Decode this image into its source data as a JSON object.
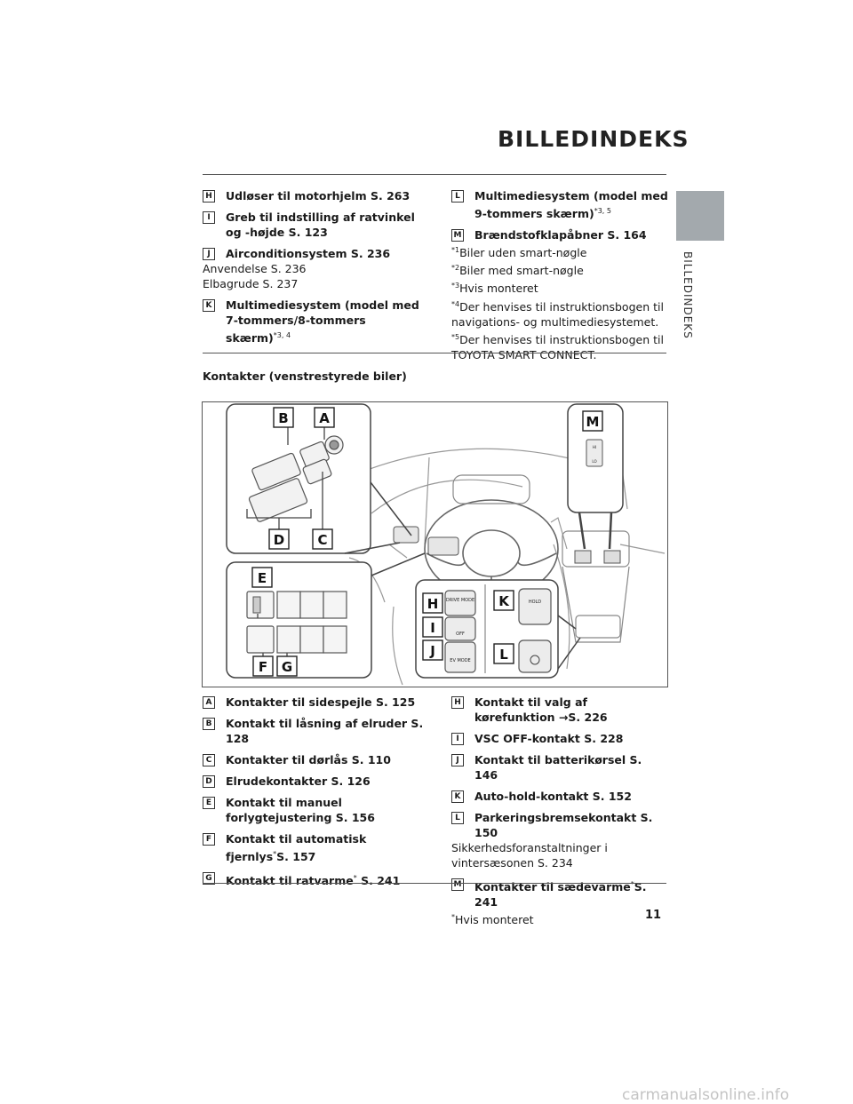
{
  "header": {
    "title": "BILLEDINDEKS"
  },
  "side_tab": {
    "label": "BILLEDINDEKS"
  },
  "top_left": [
    {
      "letter": "H",
      "text": "Udløser til motorhjelm S. 263"
    },
    {
      "letter": "I",
      "text": "Greb til indstilling af ratvinkel og -højde S. 123"
    },
    {
      "letter": "J",
      "text": "Airconditionsystem S. 236",
      "sub": [
        "Anvendelse S. 236",
        "Elbagrude S. 237"
      ]
    },
    {
      "letter": "K",
      "text": "Multimediesystem (model med 7-tommers/8-tommers skærm)",
      "sup": "*3, 4"
    }
  ],
  "top_right": [
    {
      "letter": "L",
      "text": "Multimediesystem (model med 9-tommers skærm)",
      "sup": "*3, 5"
    },
    {
      "letter": "M",
      "text": "Brændstofklapåbner S. 164"
    }
  ],
  "footnotes": [
    {
      "mark": "*1",
      "text": "Biler uden smart-nøgle"
    },
    {
      "mark": "*2",
      "text": "Biler med smart-nøgle"
    },
    {
      "mark": "*3",
      "text": "Hvis monteret"
    },
    {
      "mark": "*4",
      "text": "Der henvises til instruktionsbogen til navigations- og multimediesystemet."
    },
    {
      "mark": "*5",
      "text": "Der henvises til instruktionsbogen til TOYOTA SMART CONNECT."
    }
  ],
  "section_title": "Kontakter (venstrestyrede biler)",
  "figure": {
    "callouts": [
      "A",
      "B",
      "C",
      "D",
      "E",
      "F",
      "G",
      "H",
      "I",
      "J",
      "K",
      "L",
      "M"
    ],
    "button_labels": {
      "drive_mode": "DRIVE MODE",
      "off": "OFF",
      "ev_mode": "EV MODE",
      "hold": "HOLD",
      "hi": "HI",
      "lo": "LO"
    }
  },
  "bottom_left": [
    {
      "letter": "A",
      "text": "Kontakter til sidespejle S. 125"
    },
    {
      "letter": "B",
      "text": "Kontakt til låsning af elruder S. 128"
    },
    {
      "letter": "C",
      "text": "Kontakter til dørlås S. 110"
    },
    {
      "letter": "D",
      "text": "Elrudekontakter S. 126"
    },
    {
      "letter": "E",
      "text": "Kontakt til manuel forlygtejustering S. 156"
    },
    {
      "letter": "F",
      "text": "Kontakt til automatisk fjernlys",
      "sup": "*",
      "after": "S. 157"
    },
    {
      "letter": "G",
      "text": "Kontakt til ratvarme",
      "sup": "*",
      "after": " S. 241"
    }
  ],
  "bottom_right": [
    {
      "letter": "H",
      "text": "Kontakt til valg af kørefunktion →S. 226"
    },
    {
      "letter": "I",
      "text": "VSC OFF-kontakt S. 228"
    },
    {
      "letter": "J",
      "text": "Kontakt til batterikørsel S. 146"
    },
    {
      "letter": "K",
      "text": "Auto-hold-kontakt S. 152"
    },
    {
      "letter": "L",
      "text": "Parkeringsbremsekontakt S. 150",
      "sub": [
        "Sikkerhedsforanstaltninger i vintersæsonen S. 234"
      ]
    },
    {
      "letter": "M",
      "text": "Kontakter til sædevarme",
      "sup": "*",
      "after": "S. 241"
    }
  ],
  "bottom_note": {
    "mark": "*",
    "text": "Hvis monteret"
  },
  "page_number": "11",
  "watermark": "carmanualsonline.info"
}
